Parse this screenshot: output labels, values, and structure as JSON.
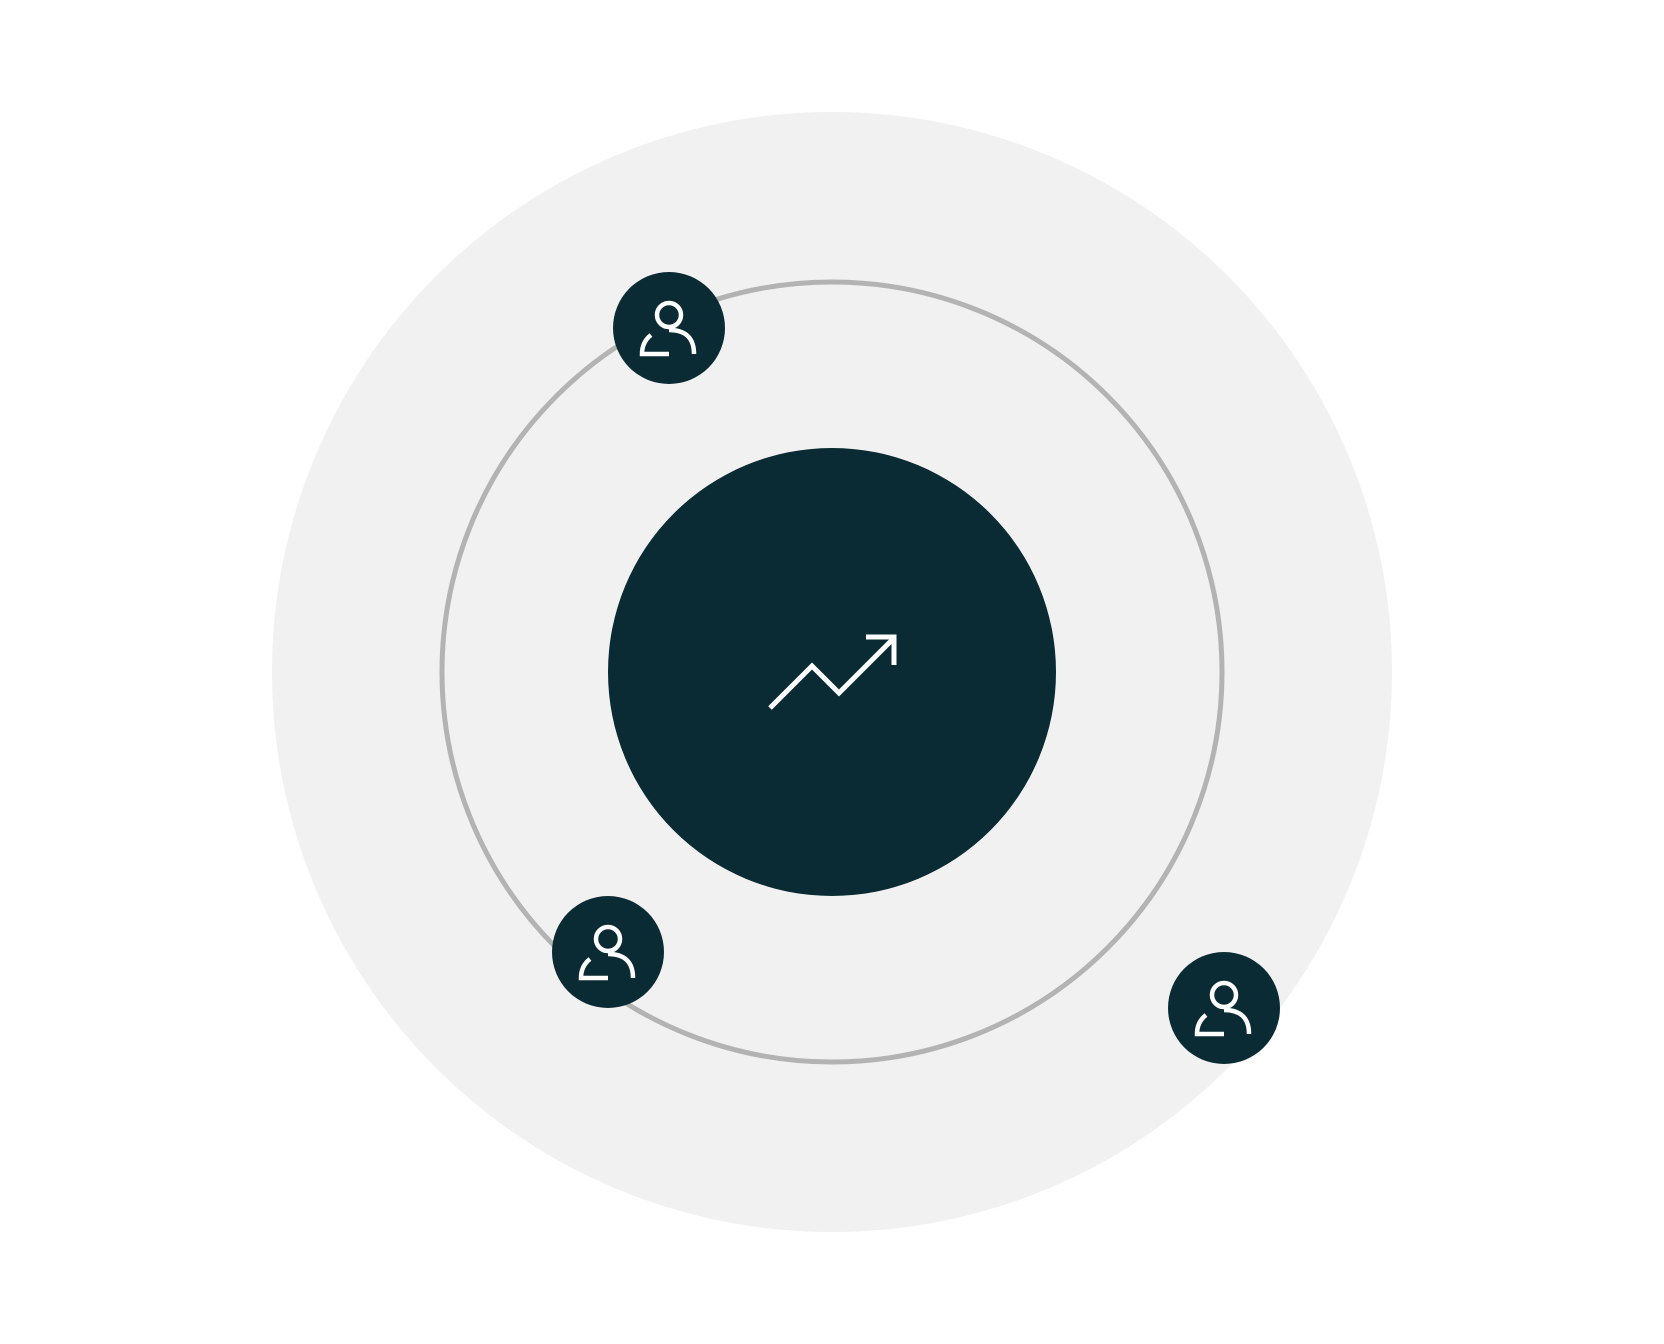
{
  "diagram": {
    "type": "orbit",
    "colors": {
      "background": "#ffffff",
      "outer_disc": "#f1f1f1",
      "orbit_ring": "#b3b3b3",
      "node_fill": "#0a2b33",
      "icon_stroke": "#ffffff"
    },
    "center": {
      "icon": "trending-up-arrow-icon"
    },
    "satellites": [
      {
        "icon": "user-icon",
        "placement": "on-orbit-upper-left"
      },
      {
        "icon": "user-icon",
        "placement": "on-orbit-lower-left"
      },
      {
        "icon": "user-icon",
        "placement": "on-outer-disc-edge-lower-right"
      }
    ]
  }
}
